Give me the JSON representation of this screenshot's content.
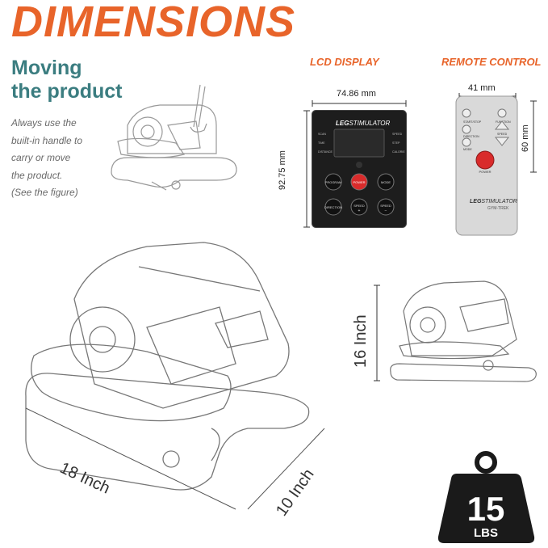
{
  "title": "DIMENSIONS",
  "moving": {
    "line1": "Moving",
    "line2": "the product"
  },
  "description": [
    "Always use the",
    "built-in  handle to",
    "carry or move",
    "the product.",
    "(See the figure)"
  ],
  "lcd": {
    "heading": "LCD DISPLAY",
    "width": "74.86 mm",
    "height": "92.75 mm",
    "brand_prefix": "LEG",
    "brand_suffix": "STIMULATOR",
    "left_labels": [
      "SCAN",
      "TIME",
      "DISTANCE"
    ],
    "right_labels": [
      "SPEED",
      "STEP",
      "CALORIE"
    ],
    "buttons_row1": [
      "PROGRAM",
      "POWER",
      "MODE"
    ],
    "buttons_row2": [
      "DIRECTION",
      "SPEED",
      "SPEED"
    ],
    "speed_plus": "+",
    "speed_minus": "−"
  },
  "remote": {
    "heading": "REMOTE CONTROL",
    "width": "41 mm",
    "height": "60 mm",
    "labels": [
      "START/STOP",
      "FUNCTION",
      "DIRECTION",
      "SPEED",
      "MODE"
    ],
    "power": "POWER",
    "brand_prefix": "LEG",
    "brand_suffix": "STIMULATOR",
    "brand_sub": "GYM-TREK"
  },
  "dims": {
    "side_height": "16 Inch",
    "length": "18 Inch",
    "width": "10 Inch"
  },
  "weight": {
    "value": "15",
    "unit": "LBS"
  },
  "colors": {
    "accent": "#e8642a",
    "teal": "#3b7d80",
    "lcd_bg": "#1d1d1d",
    "power_red": "#d92b2b"
  }
}
